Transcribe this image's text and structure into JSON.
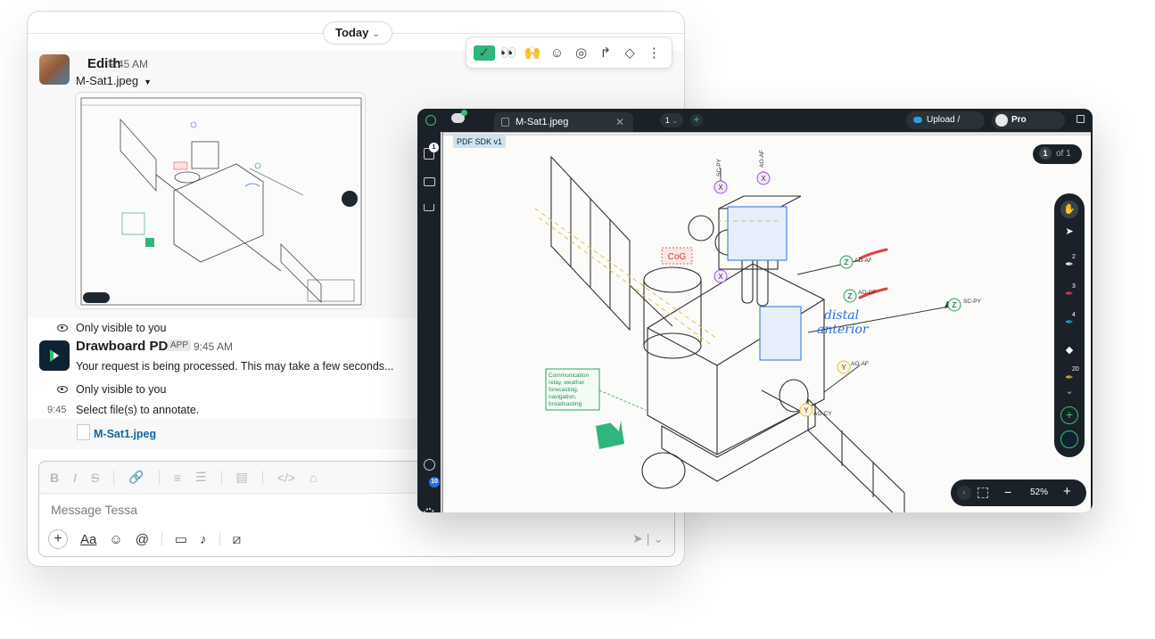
{
  "slack": {
    "day_label": "Today",
    "reactions": [
      "✓",
      "👀",
      "🙌",
      "☺",
      "◎",
      "↱",
      "◇",
      "⋮"
    ],
    "edith": {
      "name": "Edith",
      "time": "9:45 AM",
      "file": "M-Sat1.jpeg"
    },
    "visibility": "Only visible to you",
    "drawboard": {
      "name": "Drawboard PDF",
      "tag": "APP",
      "time": "9:45 AM",
      "processing": "Your request is being processed. This may take a few seconds...",
      "small_time": "9:45",
      "select_msg": "Select file(s) to annotate.",
      "file_link": "M-Sat1.jpeg"
    },
    "composer": {
      "placeholder": "Message Tessa",
      "format_icons": [
        "B",
        "I",
        "S",
        "🔗",
        "≡",
        "☰",
        "▤",
        "</>",
        "⌂"
      ],
      "aa_label": "Aa"
    }
  },
  "drawboard": {
    "tab_title": "M-Sat1.jpeg",
    "page_selector": "1",
    "upload_label": "Upload / Share",
    "pro_label": "Pro Unlimited",
    "sdk_label": "PDF SDK v1",
    "page_current": "1",
    "page_total": "of 1",
    "side_badge": "1",
    "side_badge_blue": "10",
    "tool_badges": [
      "2",
      "3",
      "4",
      "20"
    ],
    "zoom": "52%",
    "annotations": {
      "cog": "CoG",
      "comm_note": [
        "Communication",
        "relay, weather",
        "forecasting,",
        "navigation,",
        "broadcasting"
      ],
      "handwriting": [
        "distal",
        "anterior"
      ],
      "labels": [
        "SC-PY",
        "AO-AF",
        "AO-CF",
        "AO-AF",
        "SC-PY",
        "AO-AF",
        "AO-CY"
      ],
      "markers": [
        "X",
        "X",
        "Z",
        "Z",
        "Z",
        "Y",
        "Y",
        "X"
      ]
    },
    "colors": {
      "accent_green": "#33c26f",
      "chrome": "#1b2129",
      "cloud_blue": "#2a9ee0",
      "marker_red": "#e04040"
    }
  }
}
